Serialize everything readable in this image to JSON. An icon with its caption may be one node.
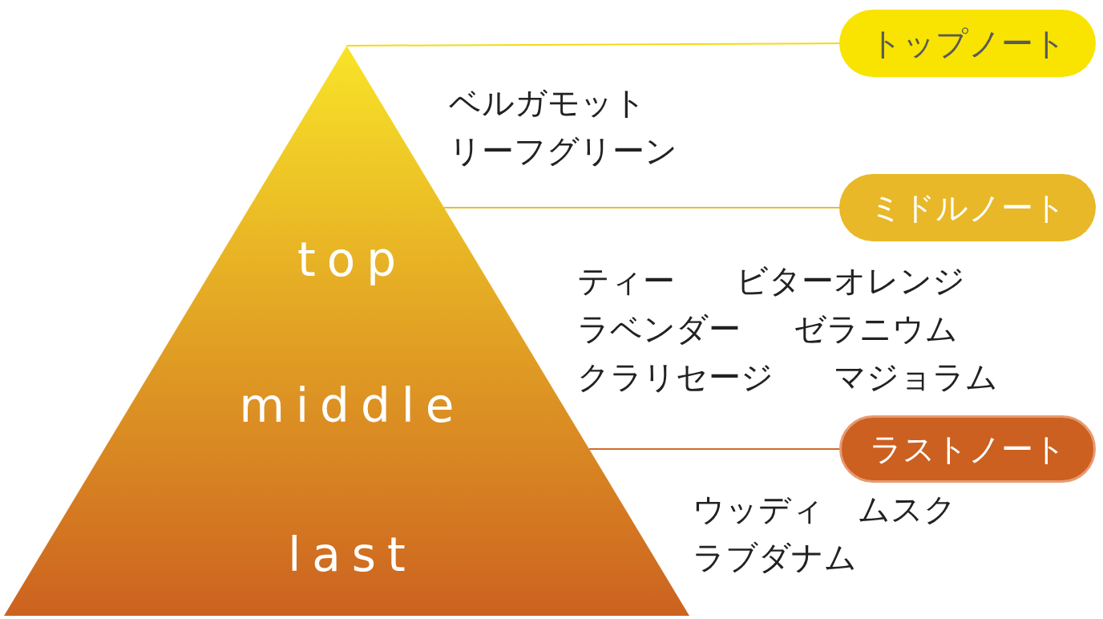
{
  "diagram": {
    "nodes": [
      {
        "text": [
          "top",
          "middle",
          "last"
        ]
      },
      {
        "text": [
          "トップノート"
        ]
      },
      {
        "text": [
          "ミドルノート"
        ]
      },
      {
        "text": [
          "ラストノート"
        ]
      }
    ],
    "edges": [
      {
        "from": 0,
        "to": 1,
        "arrow": "none",
        "color": "#f2dc10"
      },
      {
        "from": 0,
        "to": 2,
        "arrow": "none",
        "color": "#e8bc30"
      },
      {
        "from": 0,
        "to": 3,
        "arrow": "none",
        "color": "#d06a2c"
      }
    ],
    "labels": [
      "ベルガモット",
      "リーフグリーン",
      "ティー",
      "ビターオレンジ",
      "ラベンダー",
      "ゼラニウム",
      "クラリセージ",
      "マジョラム",
      "ウッディ",
      "ムスク",
      "ラブダナム"
    ]
  }
}
